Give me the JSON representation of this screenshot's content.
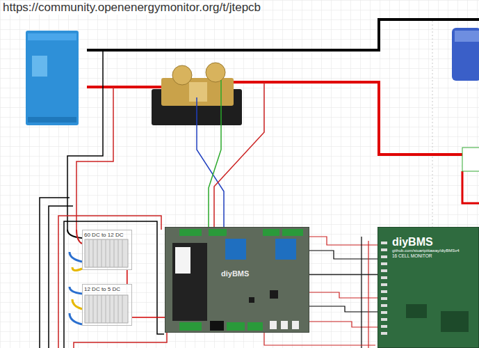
{
  "diagram": {
    "nodes": [
      {
        "text": [
          "60 DC to 12 DC"
        ]
      },
      {
        "text": [
          "12 DC to 5 DC"
        ]
      },
      {
        "text": [
          "diyBMS"
        ]
      },
      {
        "text": [
          "diyBMS",
          "github.com/stuartpittaway/diyBMSv4",
          "16 CELL MONITOR"
        ]
      }
    ],
    "edges": [
      {
        "from": 0,
        "to": 1,
        "arrow": "none"
      },
      {
        "from": 1,
        "to": 2,
        "arrow": "none"
      },
      {
        "from": 2,
        "to": 3,
        "arrow": "none"
      }
    ],
    "labels": [
      "https://community.openenergymonitor.org/t/jtepcb"
    ]
  }
}
